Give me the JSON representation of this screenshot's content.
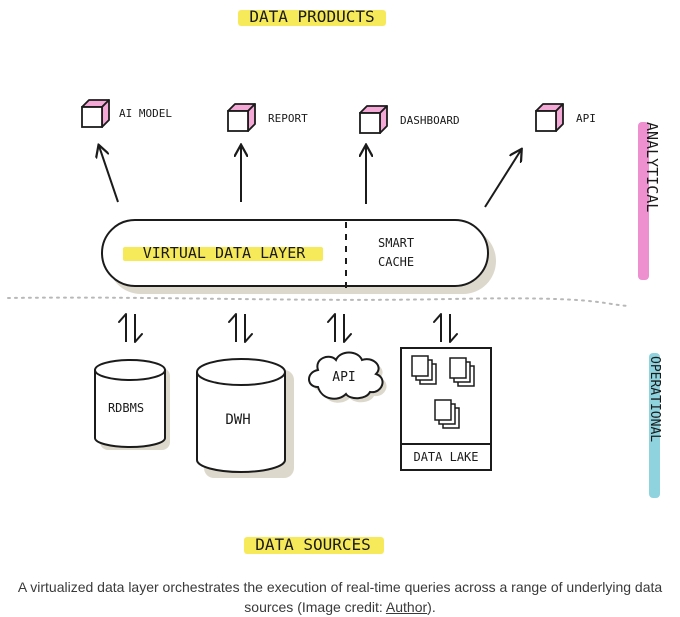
{
  "diagram": {
    "top_heading": "DATA PRODUCTS",
    "bottom_heading": "DATA SOURCES",
    "products": [
      {
        "label": "AI MODEL"
      },
      {
        "label": "REPORT"
      },
      {
        "label": "DASHBOARD"
      },
      {
        "label": "API"
      }
    ],
    "layer": {
      "virtual_label": "VIRTUAL DATA LAYER",
      "cache_line1": "SMART",
      "cache_line2": "CACHE"
    },
    "sources": {
      "rdbms": "RDBMS",
      "dwh": "DWH",
      "api": "API",
      "data_lake": "DATA LAKE"
    },
    "side_labels": {
      "analytical": "ANALYTICAL",
      "operational": "OPERATIONAL"
    },
    "colors": {
      "highlight_yellow": "#f7ea5a",
      "cube_pink": "#f4a8d6",
      "analytical_pink": "#ee8fd0",
      "operational_blue": "#8fd3df",
      "shadow": "#dcd8cc",
      "ink": "#1b1b1b"
    }
  },
  "caption": {
    "text": "A virtualized data layer orchestrates the execution of real-time queries across a range of underlying data sources (Image credit: ",
    "link": "Author",
    "end": ")."
  }
}
